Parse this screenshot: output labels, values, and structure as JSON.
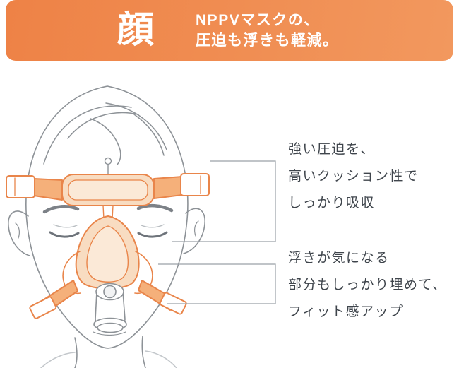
{
  "banner": {
    "kanji": "顔",
    "subtitle_line1": "NPPVマスクの、",
    "subtitle_line2": "圧迫も浮きも軽減。"
  },
  "annotations": {
    "cushion": {
      "line1": "強い圧迫を、",
      "line2": "高いクッション性で",
      "line3": "しっかり吸収"
    },
    "fit": {
      "line1": "浮きが気になる",
      "line2": "部分もしっかり埋めて、",
      "line3": "フィット感アップ"
    }
  },
  "illustration": {
    "subject": "front view of a head wearing an NPPV mask with forehead cushion, headgear straps and elbow port"
  },
  "colors": {
    "banner_bg": "#f08a4e",
    "banner_text": "#ffffff",
    "mask_outline": "#e9854a",
    "mask_fill_light": "#f8dcc1",
    "strap_fill": "#f5b07a",
    "line_gray": "#8d9297",
    "leader_gray": "#9aa0a6",
    "annotation_text": "#3f454c"
  }
}
